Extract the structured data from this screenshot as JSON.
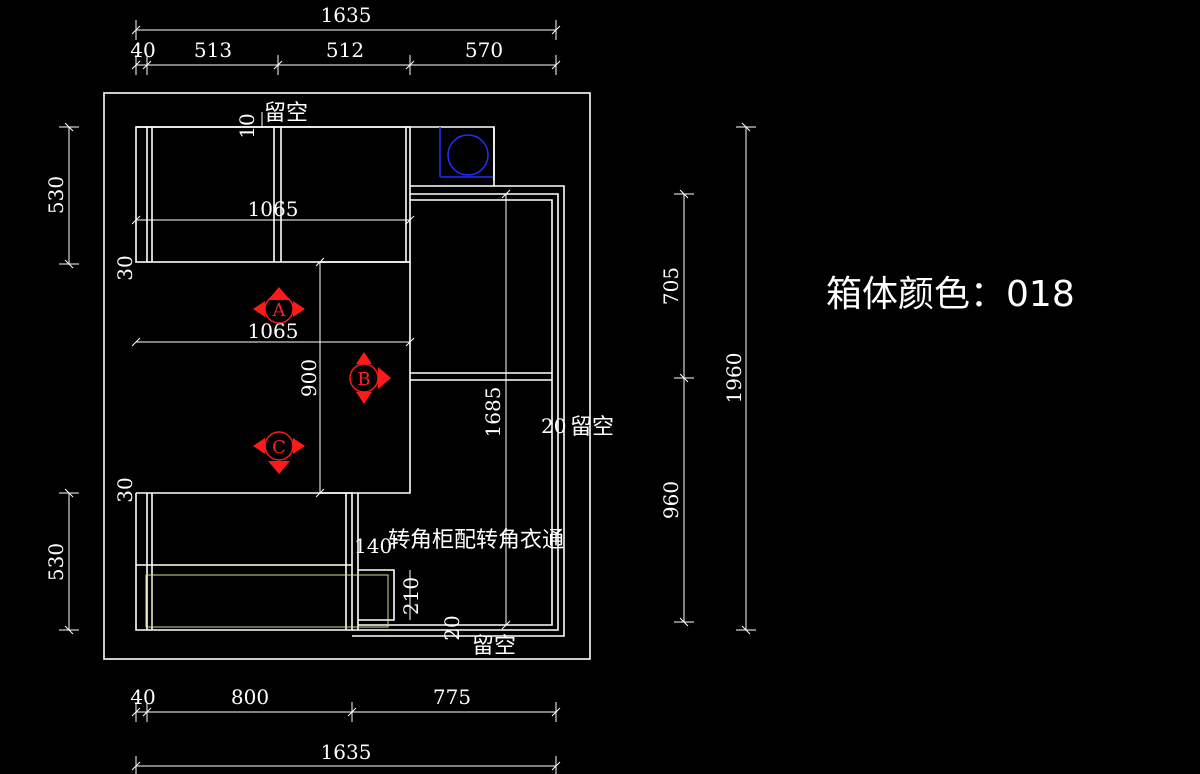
{
  "top_dims": {
    "overall": "1635",
    "segments": [
      "40",
      "513",
      "512",
      "570"
    ]
  },
  "bottom_dims": {
    "overall": "1635",
    "segments": [
      "40",
      "800",
      "775"
    ]
  },
  "left_dims": {
    "upper": "530",
    "lower": "530"
  },
  "right_dims": {
    "upper": "705",
    "lower": "960",
    "overall": "1960"
  },
  "inner_dims": {
    "gap_top": "10",
    "width_upper": "1065",
    "width_middle": "1065",
    "offset_upper": "30",
    "offset_lower": "30",
    "height_middle": "900",
    "height_corner": "1685",
    "gap_right": "20",
    "gap_bottom": "20",
    "shelf_width": "140",
    "shelf_height": "210"
  },
  "labels": {
    "gap_top": "留空",
    "gap_right": "留空",
    "gap_bottom": "留空",
    "corner_note": "转角柜配转角衣通"
  },
  "markers": [
    "A",
    "B",
    "C"
  ],
  "cabinet_color": {
    "label": "箱体颜色：",
    "value": "018"
  }
}
